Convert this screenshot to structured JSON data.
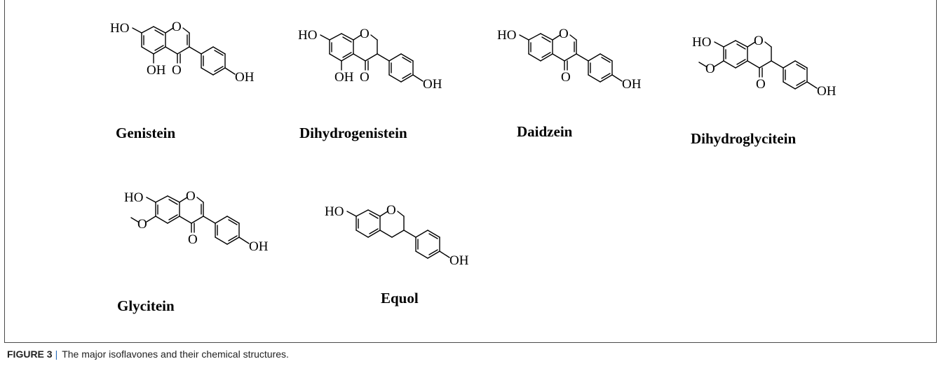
{
  "compounds": [
    {
      "name": "Genistein",
      "atoms": {
        "ho": "HO",
        "o_ring": "O",
        "oh5": "OH",
        "o_keto": "O",
        "oh_phenyl": "OH"
      }
    },
    {
      "name": "Dihydrogenistein",
      "atoms": {
        "ho": "HO",
        "o_ring": "O",
        "oh5": "OH",
        "o_keto": "O",
        "oh_phenyl": "OH"
      }
    },
    {
      "name": "Daidzein",
      "atoms": {
        "ho": "HO",
        "o_ring": "O",
        "o_keto": "O",
        "oh_phenyl": "OH"
      }
    },
    {
      "name": "Dihydroglycitein",
      "atoms": {
        "ho": "HO",
        "o_ring": "O",
        "o_methoxy": "O",
        "o_keto": "O",
        "oh_phenyl": "OH"
      }
    },
    {
      "name": "Glycitein",
      "atoms": {
        "ho": "HO",
        "o_ring": "O",
        "o_methoxy": "O",
        "o_keto": "O",
        "oh_phenyl": "OH"
      }
    },
    {
      "name": "Equol",
      "atoms": {
        "ho": "HO",
        "o_ring": "O",
        "oh_phenyl": "OH"
      }
    }
  ],
  "caption": {
    "label": "FIGURE 3",
    "separator": "|",
    "text": "The major isoflavones and their chemical structures."
  }
}
